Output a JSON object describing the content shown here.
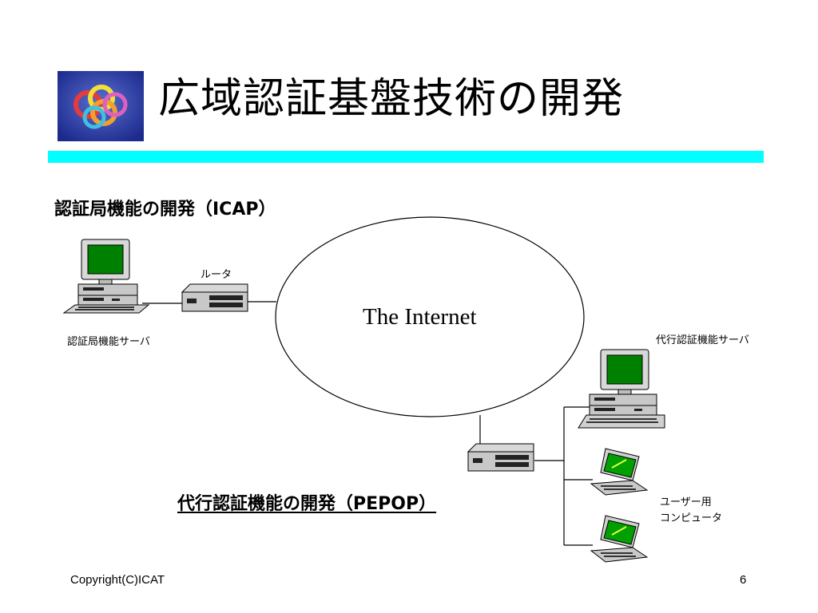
{
  "slide": {
    "title": "広域認証基盤技術の開発",
    "accent_color": "#00ffff",
    "logo_icon": "interlocking-rings-logo"
  },
  "sections": {
    "icap_heading": "認証局機能の開発（ICAP）",
    "pepop_heading": "代行認証機能の開発（PEPOP）"
  },
  "diagram": {
    "internet_label": "The Internet",
    "router_label": "ルータ",
    "ca_server_label": "認証局機能サーバ",
    "proxy_server_label": "代行認証機能サーバ",
    "user_computer_label_line1": "ユーザー用",
    "user_computer_label_line2": "コンピュータ",
    "monitor_screen_color": "#008000",
    "laptop_screen_color": "#00a000"
  },
  "footer": {
    "copyright": "Copyright(C)ICAT",
    "page_number": "6"
  }
}
